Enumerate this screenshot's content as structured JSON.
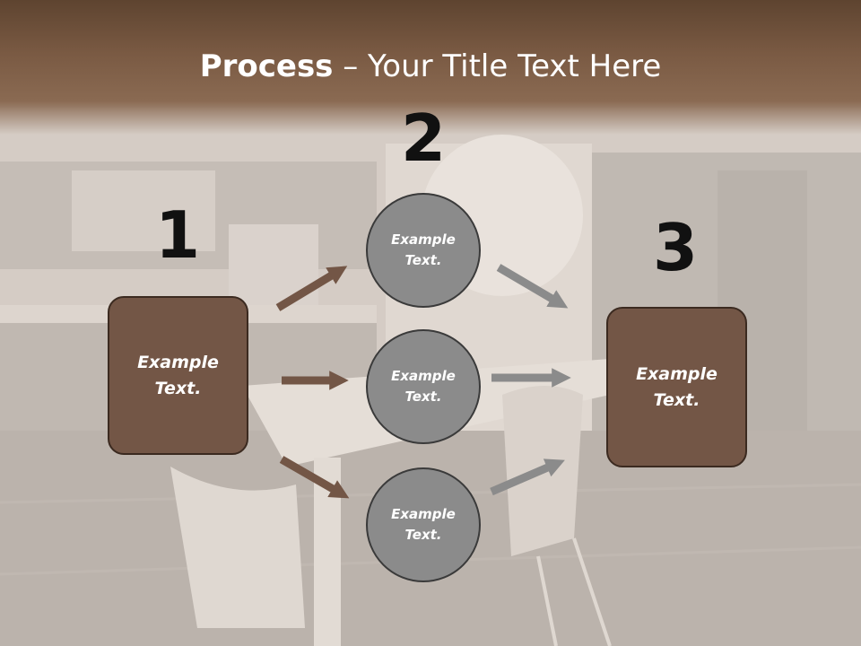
{
  "slide": {
    "title_bold": "Process",
    "title_rest": " – Your Title Text Here",
    "steps": [
      {
        "number": "1",
        "text": "Example\nText."
      },
      {
        "number": "2",
        "circles": [
          "Example\nText.",
          "Example\nText.",
          "Example\nText."
        ]
      },
      {
        "number": "3",
        "text": "Example\nText."
      }
    ]
  },
  "colors": {
    "title_band": "#7a5a43",
    "box_fill": "#735646",
    "box_border": "#3b2a20",
    "circle_fill": "#8b8b8b",
    "arrow_brown": "#735646",
    "arrow_gray": "#8b8b8b",
    "number_color": "#111111"
  }
}
